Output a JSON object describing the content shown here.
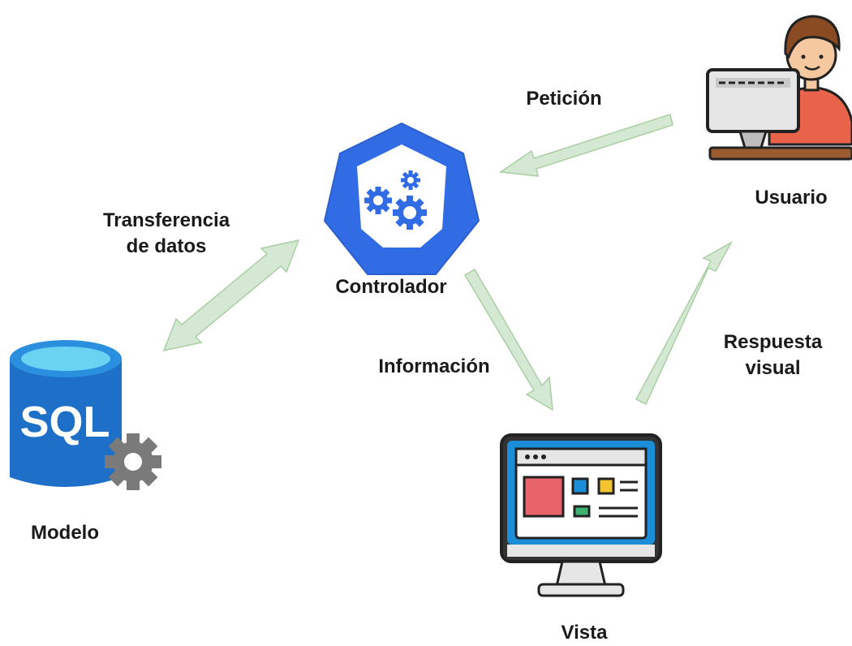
{
  "nodes": {
    "controlador": {
      "label": "Controlador",
      "icon": "gears-heptagon-icon"
    },
    "usuario": {
      "label": "Usuario",
      "icon": "user-at-computer-icon"
    },
    "modelo": {
      "label": "Modelo",
      "icon": "sql-database-icon",
      "icon_text": "SQL"
    },
    "vista": {
      "label": "Vista",
      "icon": "monitor-webpage-icon"
    }
  },
  "edges": {
    "peticion": {
      "label": "Petición",
      "from": "Usuario",
      "to": "Controlador"
    },
    "transferencia": {
      "label_line1": "Transferencia",
      "label_line2": "de datos",
      "from": "Controlador",
      "to": "Modelo",
      "bidirectional": true
    },
    "informacion": {
      "label": "Información",
      "from": "Controlador",
      "to": "Vista"
    },
    "respuesta": {
      "label_line1": "Respuesta",
      "label_line2": "visual",
      "from": "Vista",
      "to": "Usuario"
    }
  },
  "colors": {
    "arrow_fill": "#d5e8d4",
    "arrow_stroke": "#a9cfa3",
    "controller_blue": "#326ce5",
    "sql_blue": "#1e6fc8",
    "gear_grey": "#7a7a7a"
  }
}
